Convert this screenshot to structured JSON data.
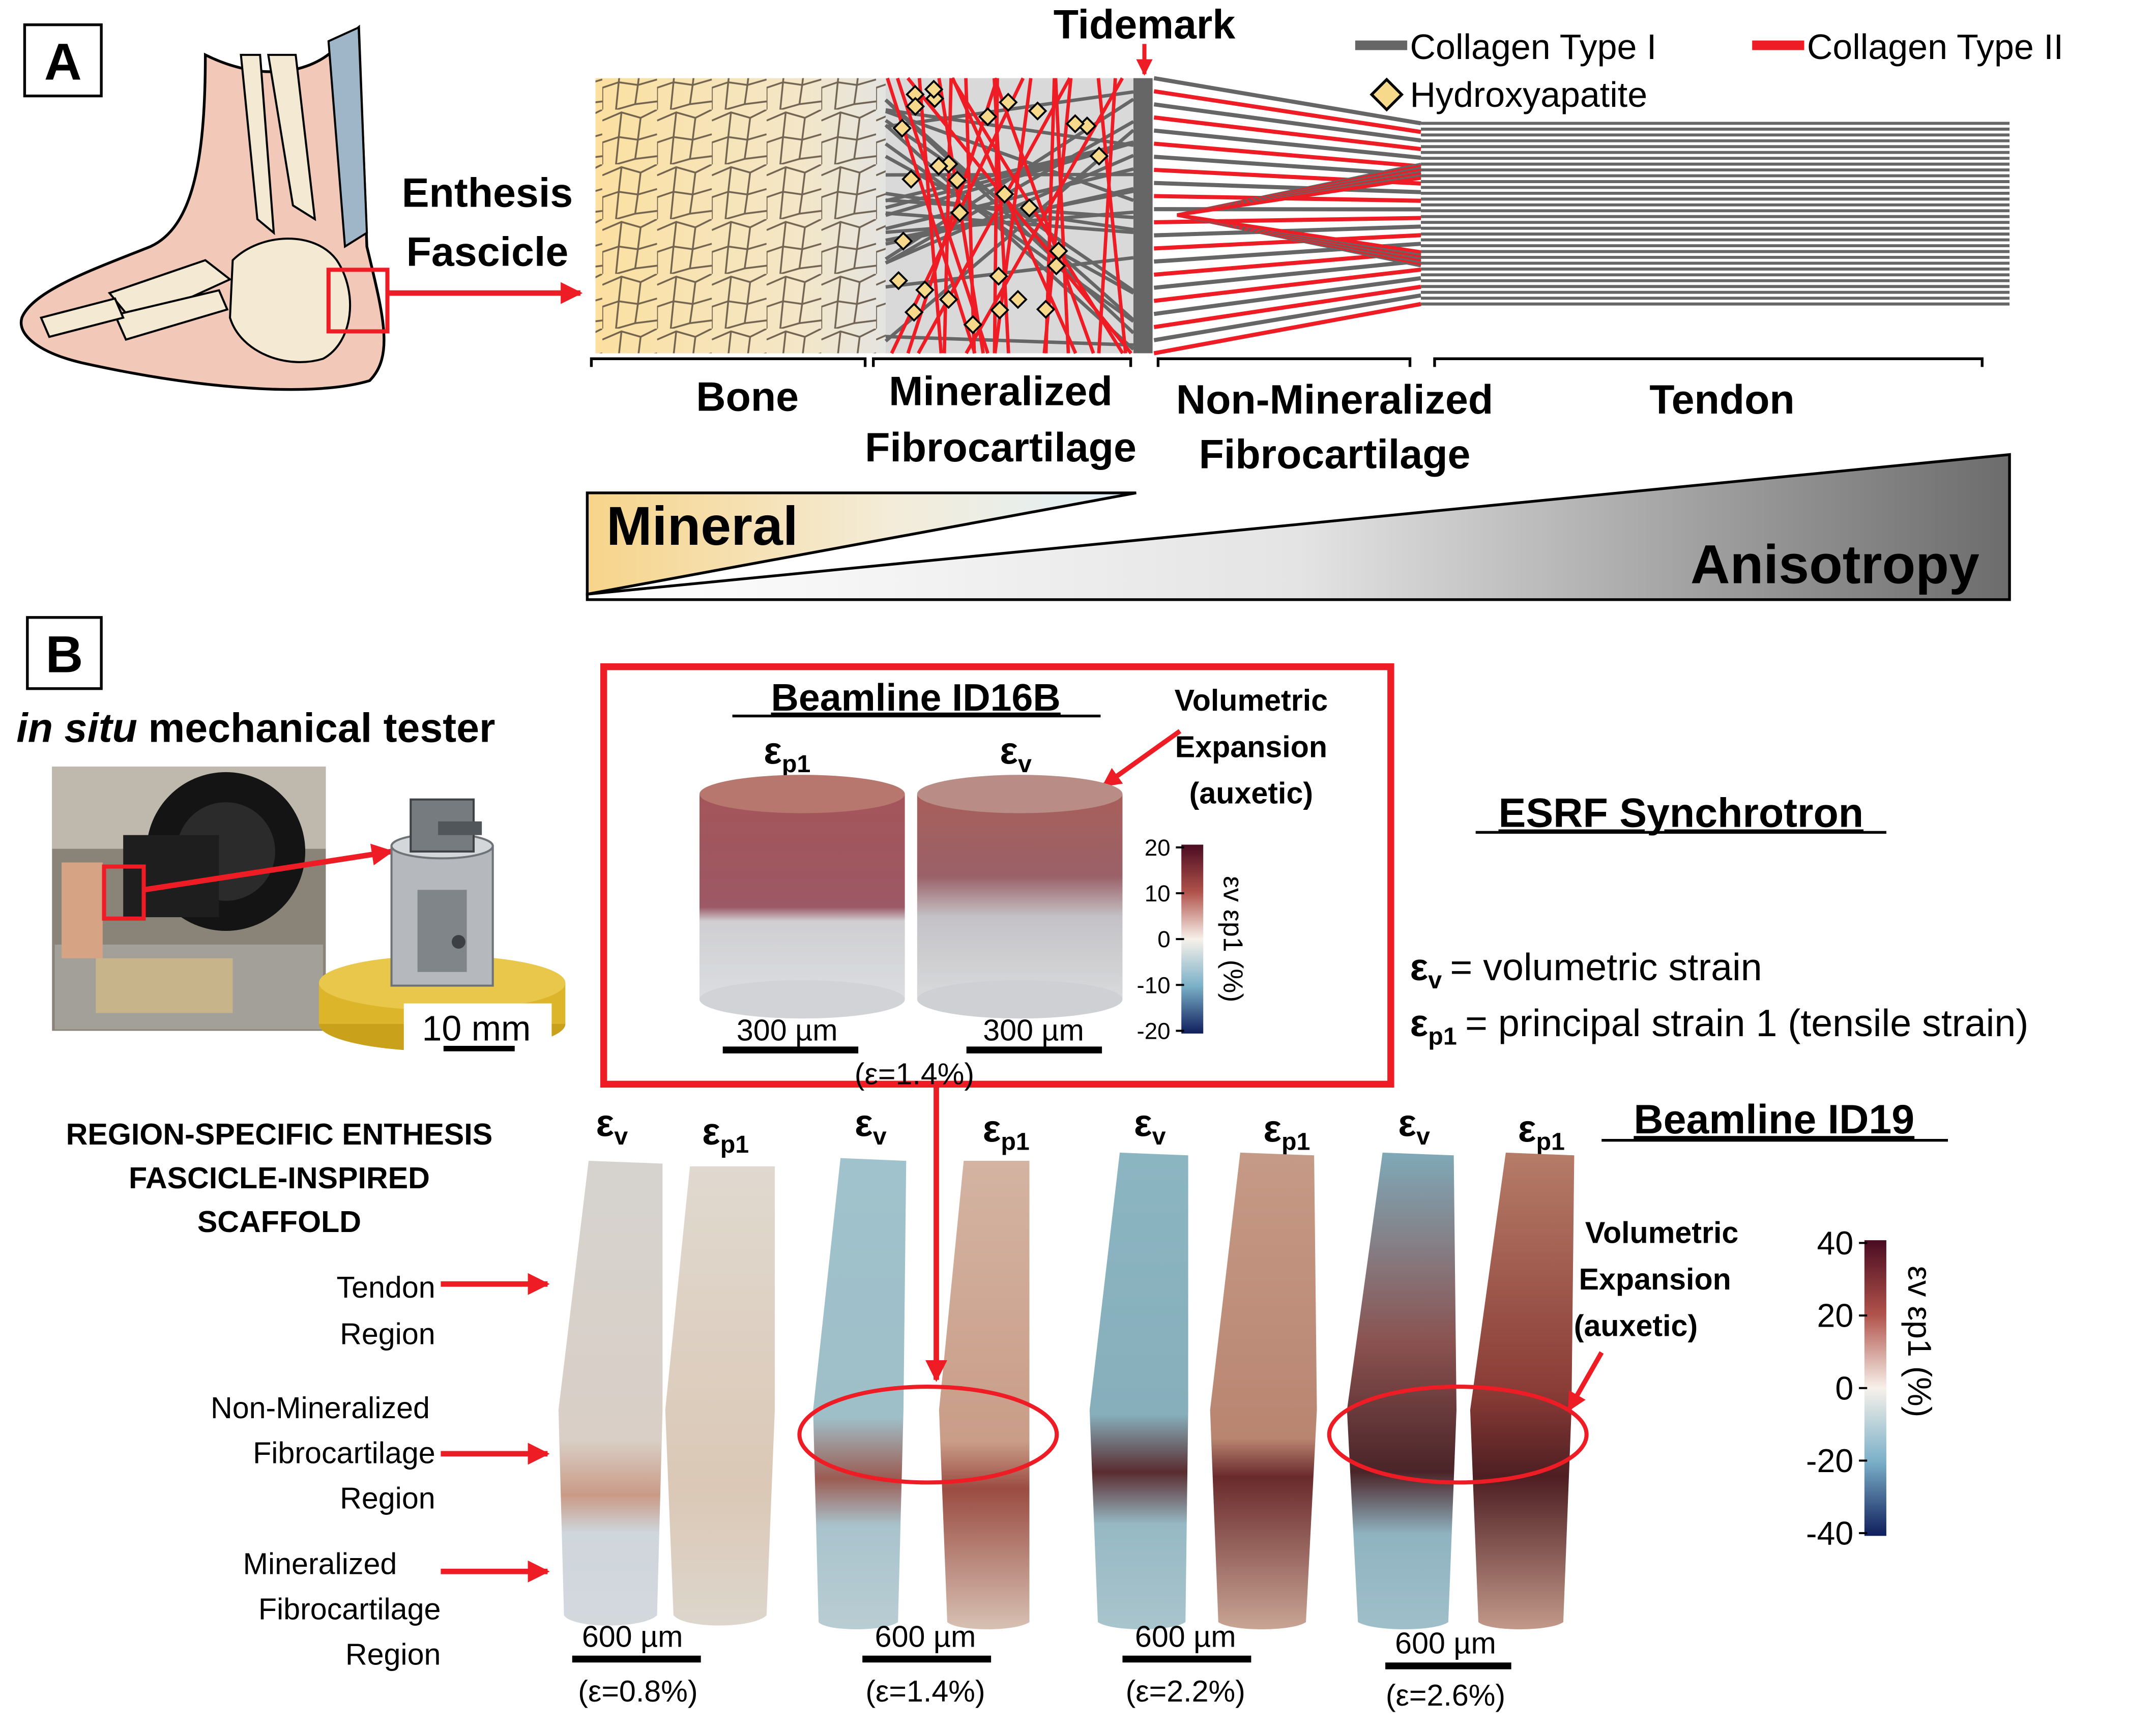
{
  "panel_a": {
    "label": "A",
    "pointer_text": [
      "Enthesis",
      "Fascicle"
    ],
    "tidemark": "Tidemark",
    "legend": {
      "collagen1": "Collagen Type I",
      "collagen2": "Collagen Type II",
      "hydroxyapatite": "Hydroxyapatite"
    },
    "regions": {
      "bone": "Bone",
      "mfc": [
        "Mineralized",
        "Fibrocartilage"
      ],
      "nmfc": [
        "Non-Mineralized",
        "Fibrocartilage"
      ],
      "tendon": "Tendon"
    },
    "gradients": {
      "mineral": "Mineral",
      "anisotropy": "Anisotropy"
    }
  },
  "panel_b": {
    "label": "B",
    "tester": {
      "italic": "in situ",
      "rest": "mechanical tester",
      "scale": "10 mm"
    },
    "id16b": {
      "title": "Beamline ID16B",
      "sample_labels": [
        "εp1",
        "εv"
      ],
      "annotation": [
        "Volumetric",
        "Expansion",
        "(auxetic)"
      ],
      "scale": "300 µm",
      "strain": "(ε=1.4%)",
      "colorbar": {
        "ticks": [
          "20",
          "10",
          "0",
          "-10",
          "-20"
        ],
        "title": "εv  εp1  (%)"
      }
    },
    "esrf": {
      "title": "ESRF Synchrotron",
      "def_v": "= volumetric strain",
      "def_p1": "= principal strain 1 (tensile strain)"
    },
    "id19": {
      "title": "Beamline ID19",
      "scaffold_title": [
        "REGION-SPECIFIC ENTHESIS",
        "FASCICLE-INSPIRED",
        "SCAFFOLD"
      ],
      "region_labels": {
        "tendon": [
          "Tendon",
          "Region"
        ],
        "nmfc": [
          "Non-Mineralized",
          "Fibrocartilage",
          "Region"
        ],
        "mfc": [
          "Mineralized",
          "Fibrocartilage",
          "Region"
        ]
      },
      "pairs": [
        {
          "scale": "600 µm",
          "strain": "(ε=0.8%)"
        },
        {
          "scale": "600 µm",
          "strain": "(ε=1.4%)"
        },
        {
          "scale": "600 µm",
          "strain": "(ε=2.2%)"
        },
        {
          "scale": "600 µm",
          "strain": "(ε=2.6%)"
        }
      ],
      "annotation": [
        "Volumetric",
        "Expansion",
        "(auxetic)"
      ],
      "colorbar": {
        "ticks": [
          "40",
          "20",
          "0",
          "-20",
          "-40"
        ],
        "title": "εv  εp1  (%)"
      }
    }
  },
  "colors": {
    "collagen1": "#666666",
    "collagen2": "#ee1c24",
    "bone": "#fbe2a5",
    "hydroxyapatite": "#f7d98b",
    "tension": "#6b1f2b",
    "compression": "#1c2f66"
  }
}
